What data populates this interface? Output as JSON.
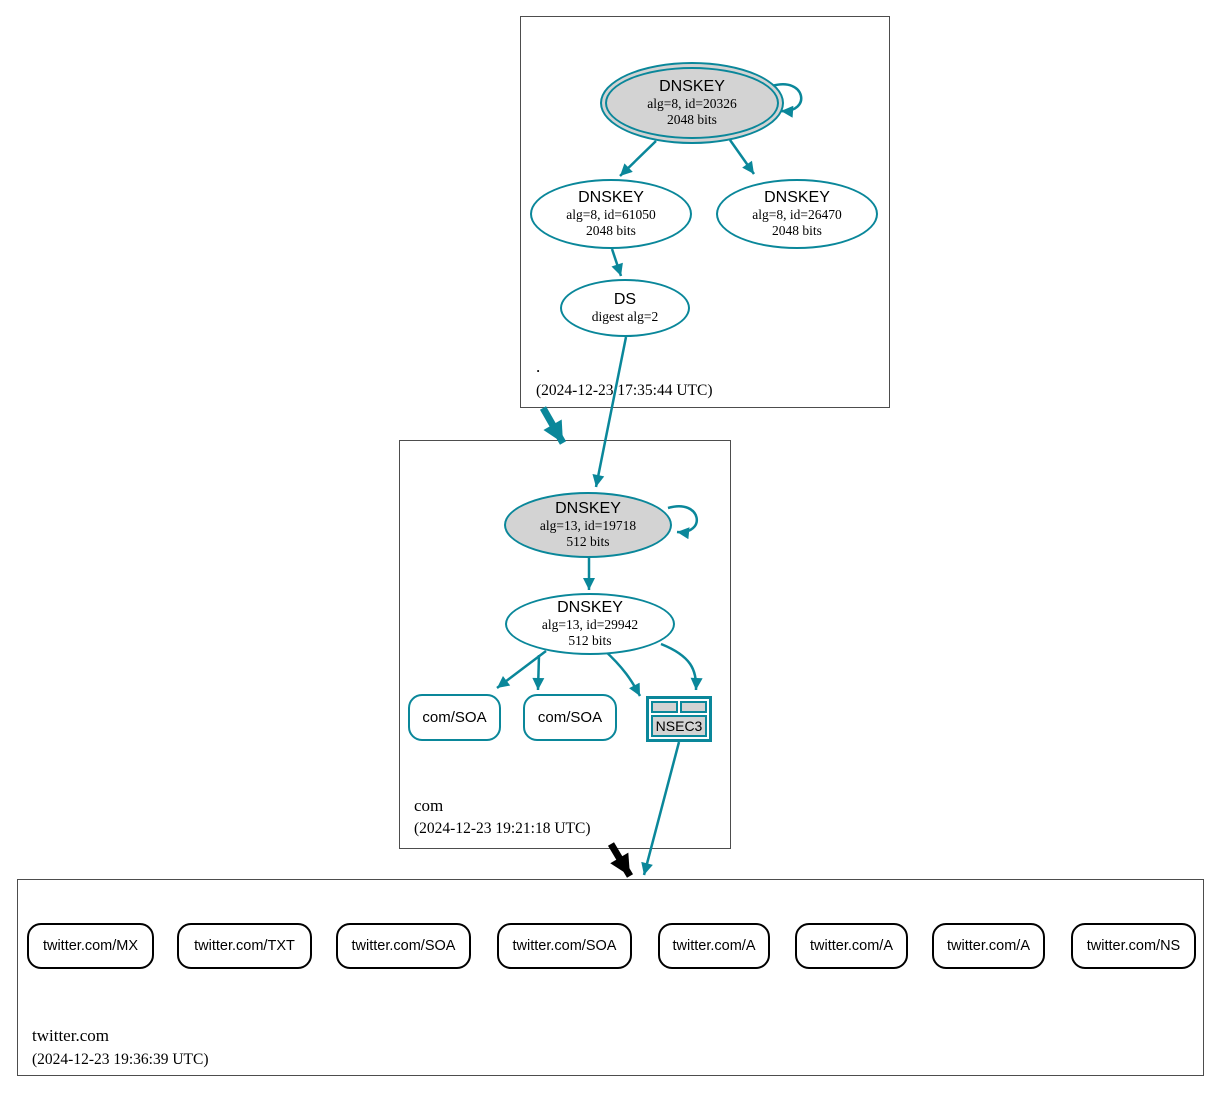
{
  "diagram": {
    "type": "dnssec-authentication-chain",
    "colors": {
      "secure_edge": "#0a879a",
      "insecure_edge": "#000000",
      "ksk_fill": "#d3d3d3",
      "zone_box_border": "#4d4d4d"
    },
    "zones": [
      {
        "name": ".",
        "timestamp": "(2024-12-23 17:35:44 UTC)",
        "nodes": {
          "ksk": {
            "title": "DNSKEY",
            "detail1": "alg=8, id=20326",
            "detail2": "2048 bits"
          },
          "zsk1": {
            "title": "DNSKEY",
            "detail1": "alg=8, id=61050",
            "detail2": "2048 bits"
          },
          "zsk2": {
            "title": "DNSKEY",
            "detail1": "alg=8, id=26470",
            "detail2": "2048 bits"
          },
          "ds": {
            "title": "DS",
            "detail1": "digest alg=2"
          }
        }
      },
      {
        "name": "com",
        "timestamp": "(2024-12-23 19:21:18 UTC)",
        "nodes": {
          "ksk": {
            "title": "DNSKEY",
            "detail1": "alg=13, id=19718",
            "detail2": "512 bits"
          },
          "zsk": {
            "title": "DNSKEY",
            "detail1": "alg=13, id=29942",
            "detail2": "512 bits"
          },
          "soa1": {
            "label": "com/SOA"
          },
          "soa2": {
            "label": "com/SOA"
          },
          "nsec3": {
            "label": "NSEC3"
          }
        }
      },
      {
        "name": "twitter.com",
        "timestamp": "(2024-12-23 19:36:39 UTC)",
        "rrsets": [
          {
            "label": "twitter.com/MX"
          },
          {
            "label": "twitter.com/TXT"
          },
          {
            "label": "twitter.com/SOA"
          },
          {
            "label": "twitter.com/SOA"
          },
          {
            "label": "twitter.com/A"
          },
          {
            "label": "twitter.com/A"
          },
          {
            "label": "twitter.com/A"
          },
          {
            "label": "twitter.com/NS"
          }
        ]
      }
    ]
  }
}
